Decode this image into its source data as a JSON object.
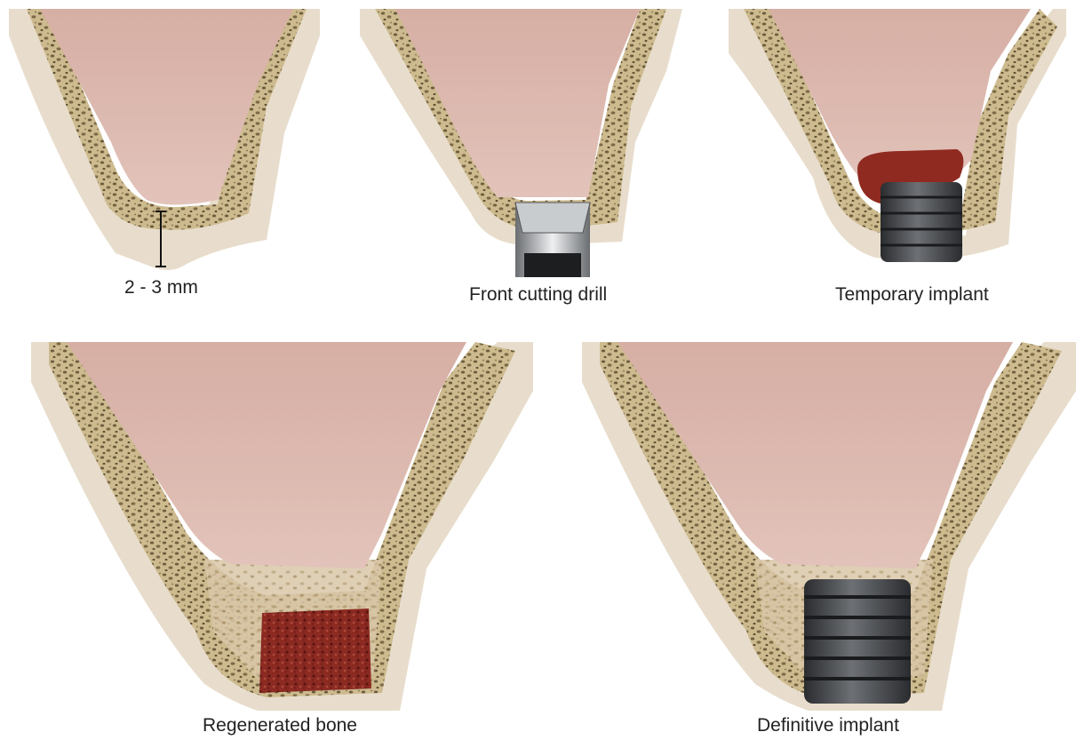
{
  "captions": {
    "measure": "2 - 3 mm",
    "drill": "Front cutting drill",
    "temporary": "Temporary implant",
    "regenerated": "Regenerated bone",
    "definitive": "Definitive implant"
  },
  "colors": {
    "sinus": "#dcb6ab",
    "sinus_dark": "#c99c92",
    "cortical": "#e7dccb",
    "cancellous": "#cbb98e",
    "pores": "#7a6a4a",
    "implant": "#3d3f42",
    "graft": "#8b2a22",
    "drill_steel": "#b9bcbf"
  },
  "icons": {
    "drill": "drill-bit-icon",
    "temporary_implant": "temporary-implant-icon",
    "regenerated_bone": "bone-graft-icon",
    "definitive_implant": "dental-implant-icon"
  }
}
